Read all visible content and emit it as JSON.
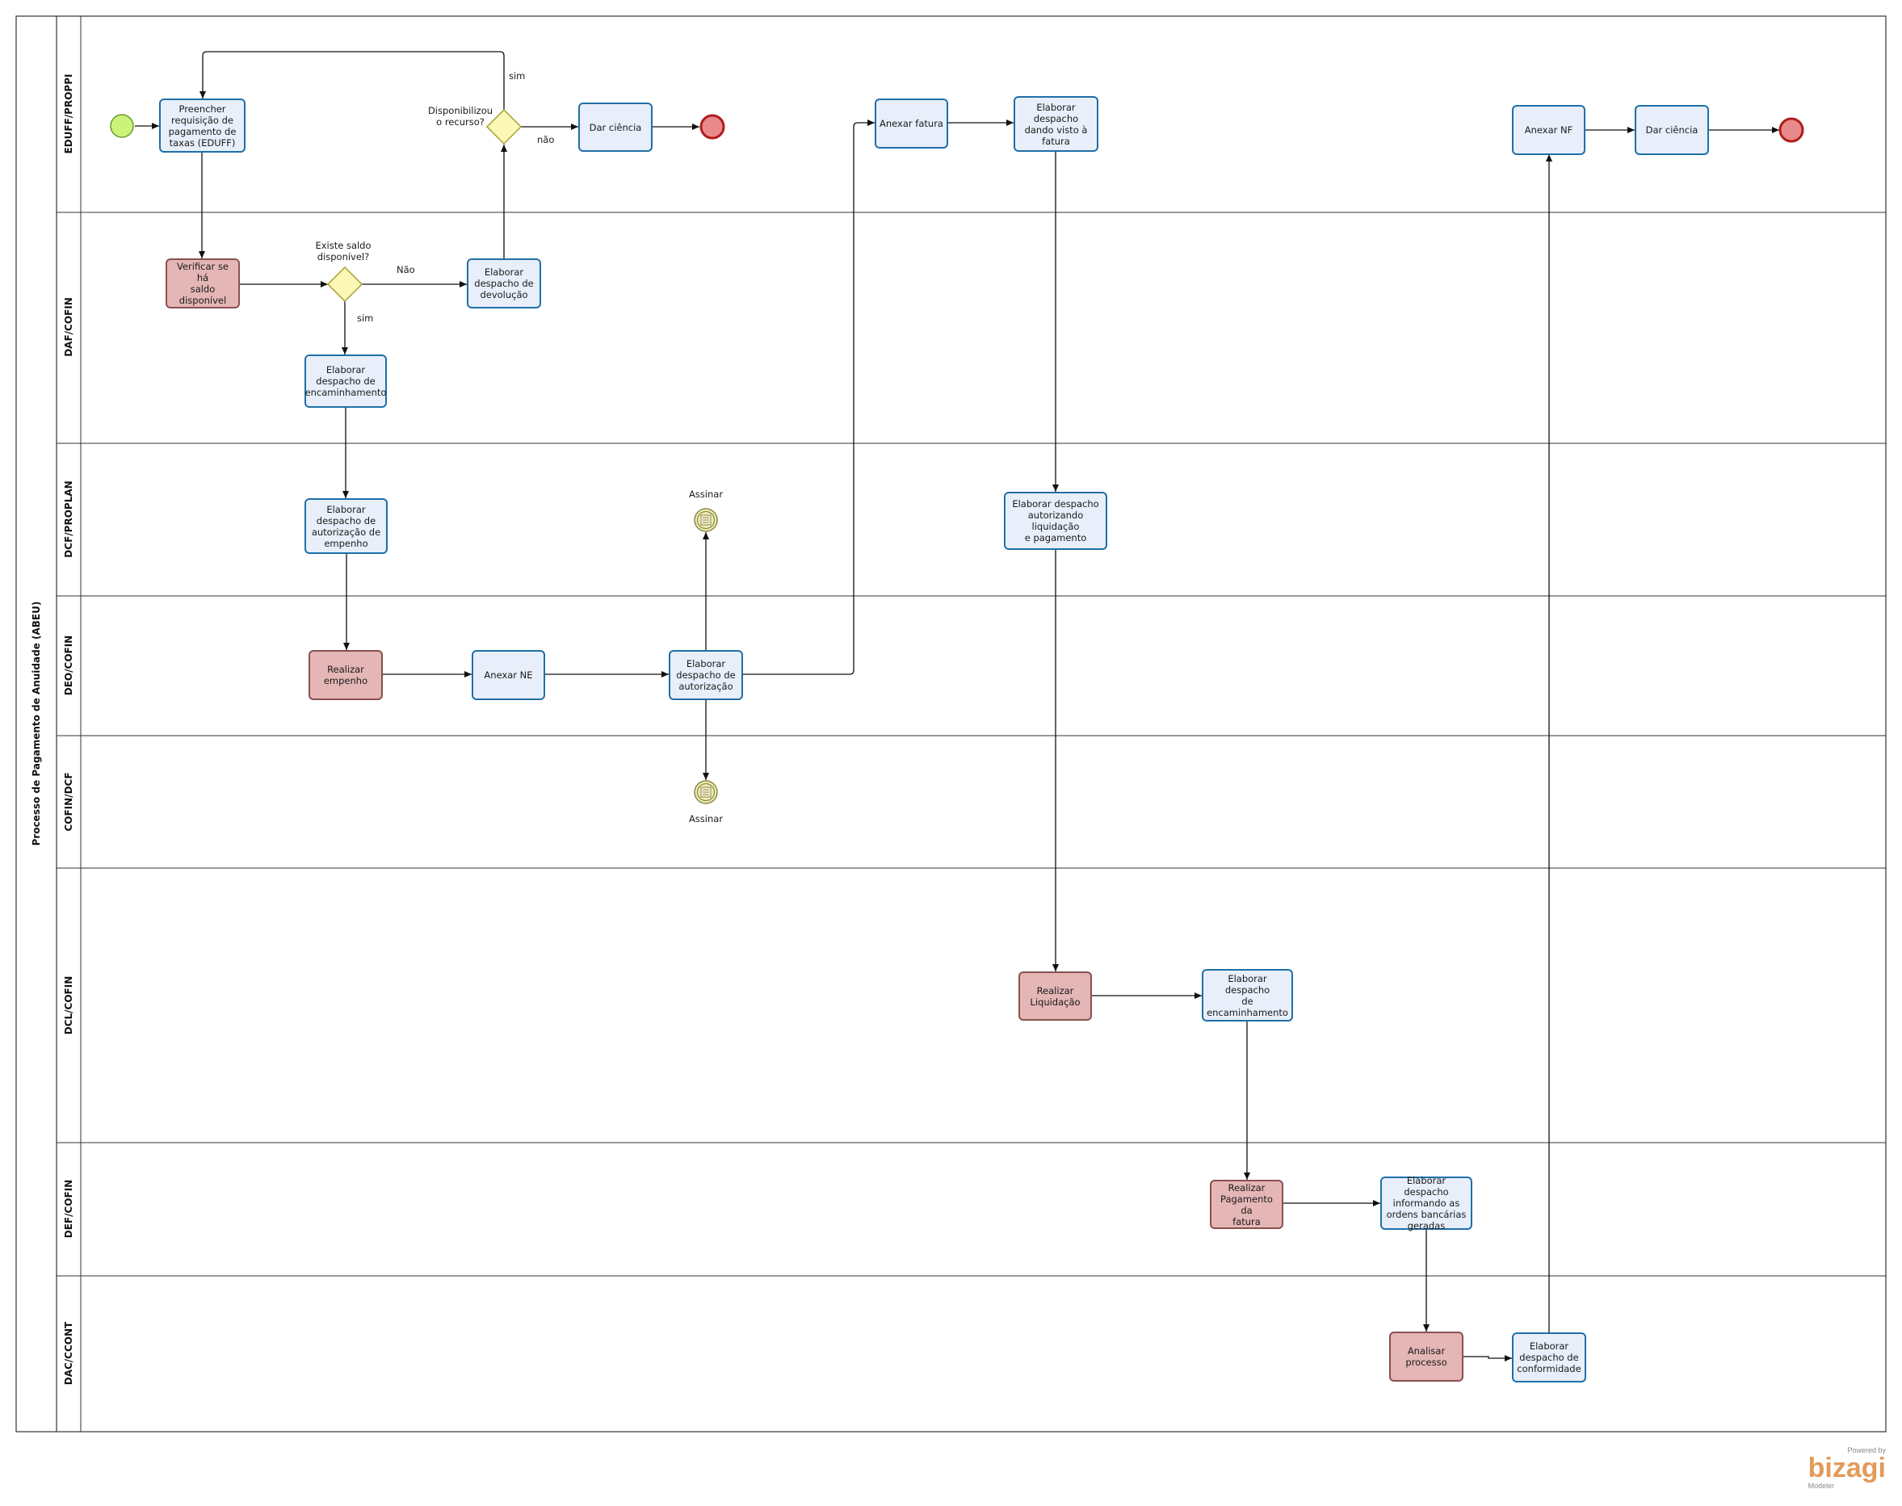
{
  "pool": {
    "label": "Processo de Pagamento de Anuidade (ABEU)"
  },
  "lanes": [
    {
      "label": "EDUFF/PROPPI"
    },
    {
      "label": "DAF/COFIN"
    },
    {
      "label": "DCF/PROPLAN"
    },
    {
      "label": "DEO/COFIN"
    },
    {
      "label": "COFIN/DCF"
    },
    {
      "label": "DCL/COFIN"
    },
    {
      "label": "DEF/COFIN"
    },
    {
      "label": "DAC/CCONT"
    }
  ],
  "tasks": {
    "preencher": "Preencher\nrequisição de\npagamento de\ntaxas (EDUFF)",
    "dar_ciencia_1": "Dar ciência",
    "anexar_fatura": "Anexar fatura",
    "visto_fatura": "Elaborar despacho\ndando visto à\nfatura",
    "anexar_nf": "Anexar NF",
    "dar_ciencia_2": "Dar ciência",
    "verificar_saldo": "Verificar se há\nsaldo\ndisponível",
    "devolucao": "Elaborar\ndespacho de\ndevolução",
    "encaminhamento_1": "Elaborar\ndespacho de\nencaminhamento",
    "autorizacao_empenho": "Elaborar\ndespacho de\nautorização de\nempenho",
    "autorizando_liquidacao": "Elaborar despacho\nautorizando liquidação\ne pagamento",
    "realizar_empenho": "Realizar\nempenho",
    "anexar_ne": "Anexar NE",
    "despacho_autorizacao": "Elaborar\ndespacho de\nautorização",
    "realizar_liquidacao": "Realizar\nLiquidação",
    "encaminhamento_2": "Elaborar despacho\nde\nencaminhamento",
    "realizar_pagamento": "Realizar\nPagamento da\nfatura",
    "ordens_bancarias": "Elaborar despacho\ninformando as\nordens bancárias\ngeradas",
    "analisar": "Analisar\nprocesso",
    "conformidade": "Elaborar\ndespacho de\nconformidade"
  },
  "gateways": {
    "disponibilizou": "Disponibilizou\no recurso?",
    "saldo": "Existe saldo\ndisponível?"
  },
  "events": {
    "assinar_1": "Assinar",
    "assinar_2": "Assinar"
  },
  "flow_labels": {
    "sim_1": "sim",
    "nao_1": "não",
    "nao_2": "Não",
    "sim_2": "sim"
  },
  "branding": {
    "powered": "Powered by",
    "name": "bizagi",
    "sub": "Modeler"
  },
  "colors": {
    "task_fill": "#e8effa",
    "task_border": "#1f6fa8",
    "manual_fill": "#e5b6b6",
    "start_fill": "#ccf27a",
    "end_fill": "#e88a8a",
    "gateway_fill": "#fbf7b5"
  }
}
